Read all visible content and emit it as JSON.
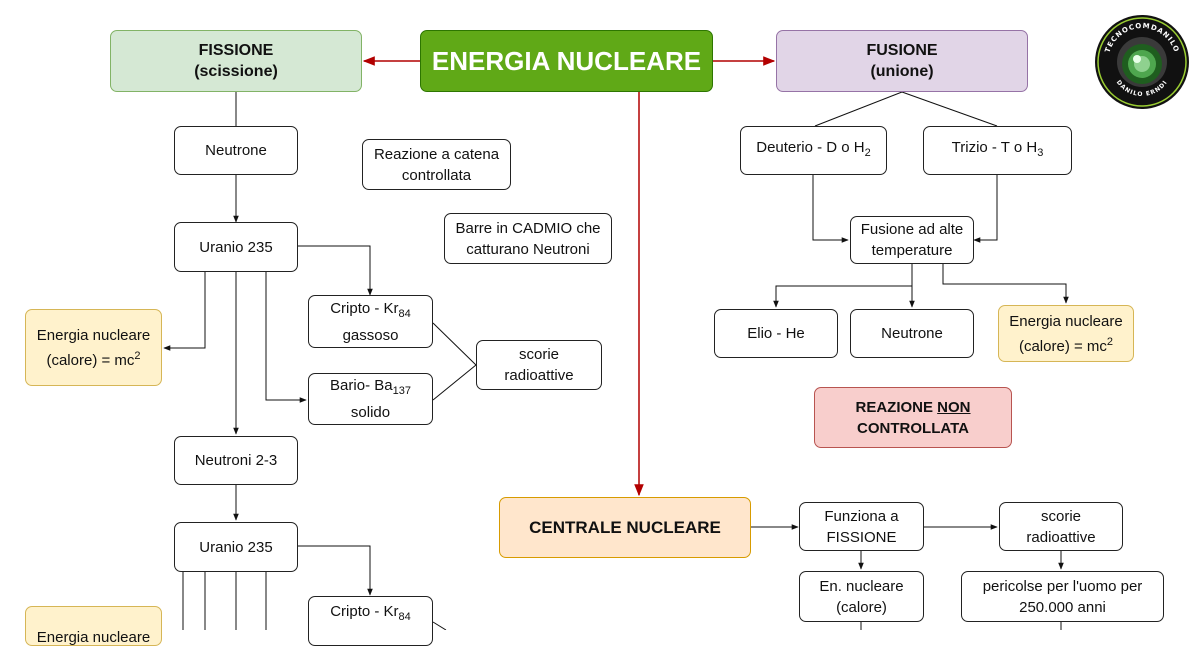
{
  "main_title": "ENERGIA NUCLEARE",
  "fissione": {
    "title": "FISSIONE",
    "subtitle": "(scissione)",
    "neutrone": "Neutrone",
    "uranio": "Uranio 235",
    "cripto_pre": "Cripto - Kr",
    "cripto_sub": "84",
    "cripto_post": "gassoso",
    "bario_pre": "Bario- Ba",
    "bario_sub": "137",
    "bario_post": "solido",
    "scorie": "scorie radioattive",
    "energia_pre": "Energia nucleare (calore) = mc",
    "energia_sup": "2",
    "neutroni": "Neutroni 2-3",
    "uranio2": "Uranio 235",
    "cripto2_pre": "Cripto - Kr",
    "cripto2_sub": "84",
    "energia2_partial": "Energia nucleare",
    "reazione_catena": "Reazione a catena controllata",
    "barre": "Barre in CADMIO che catturano Neutroni"
  },
  "fusione": {
    "title": "FUSIONE",
    "subtitle": "(unione)",
    "deuterio_pre": "Deuterio - D o H",
    "deuterio_sub": "2",
    "trizio_pre": "Trizio - T o H",
    "trizio_sub": "3",
    "fusione_alte": "Fusione ad alte temperature",
    "elio": "Elio - He",
    "neutrone": "Neutrone",
    "energia_pre": "Energia nucleare (calore) = mc",
    "energia_sup": "2",
    "reazione_pre": "REAZIONE ",
    "reazione_non": "NON",
    "reazione_post": "CONTROLLATA"
  },
  "centrale": {
    "title": "CENTRALE NUCLEARE",
    "funziona": "Funziona a FISSIONE",
    "scorie": "scorie radioattive",
    "en_nucleare": "En. nucleare (calore)",
    "pericolose": "pericolse per l'uomo per 250.000 anni"
  },
  "logo": {
    "top_text": "TECNOCOMDANILO",
    "bottom_text": "DANILO ERNDI"
  },
  "colors": {
    "main_green": "#60a917",
    "arrow_red": "#b20000"
  }
}
